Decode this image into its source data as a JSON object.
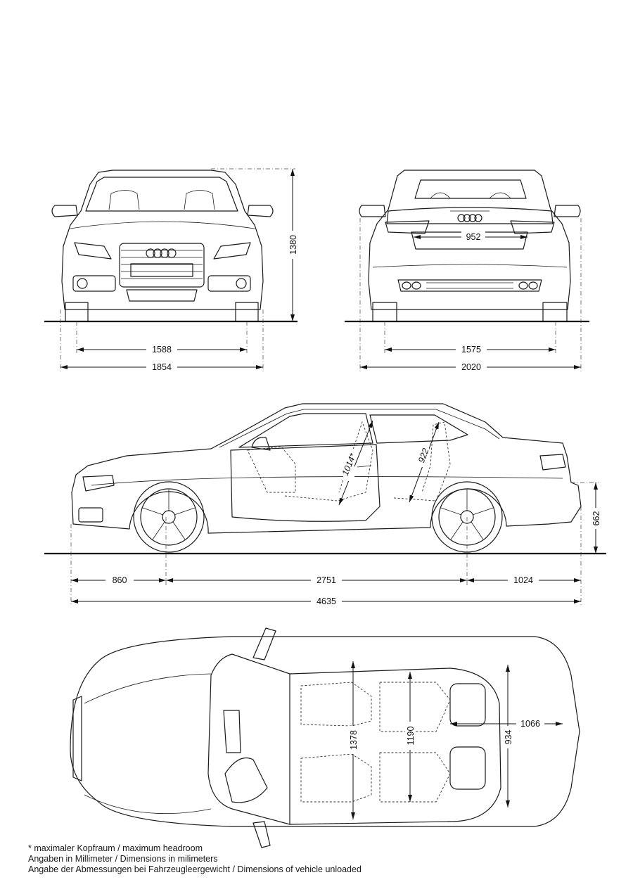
{
  "dimensions": {
    "front_track": "1588",
    "front_width": "1854",
    "height": "1380",
    "rear_track": "1575",
    "width_with_mirrors": "2020",
    "rear_inner": "952",
    "front_overhang": "860",
    "wheelbase": "2751",
    "rear_overhang": "1024",
    "length": "4635",
    "headroom_front": "1014*",
    "headroom_rear": "922",
    "trunk_height": "662",
    "top_1378": "1378",
    "top_1190": "1190",
    "top_934": "934",
    "top_1066": "1066"
  },
  "notes": [
    "* maximaler Kopfraum / maximum headroom",
    "Angaben in Millimeter / Dimensions in milimeters",
    "Angabe der Abmessungen bei Fahrzeugleergewicht / Dimensions of vehicle unloaded"
  ]
}
